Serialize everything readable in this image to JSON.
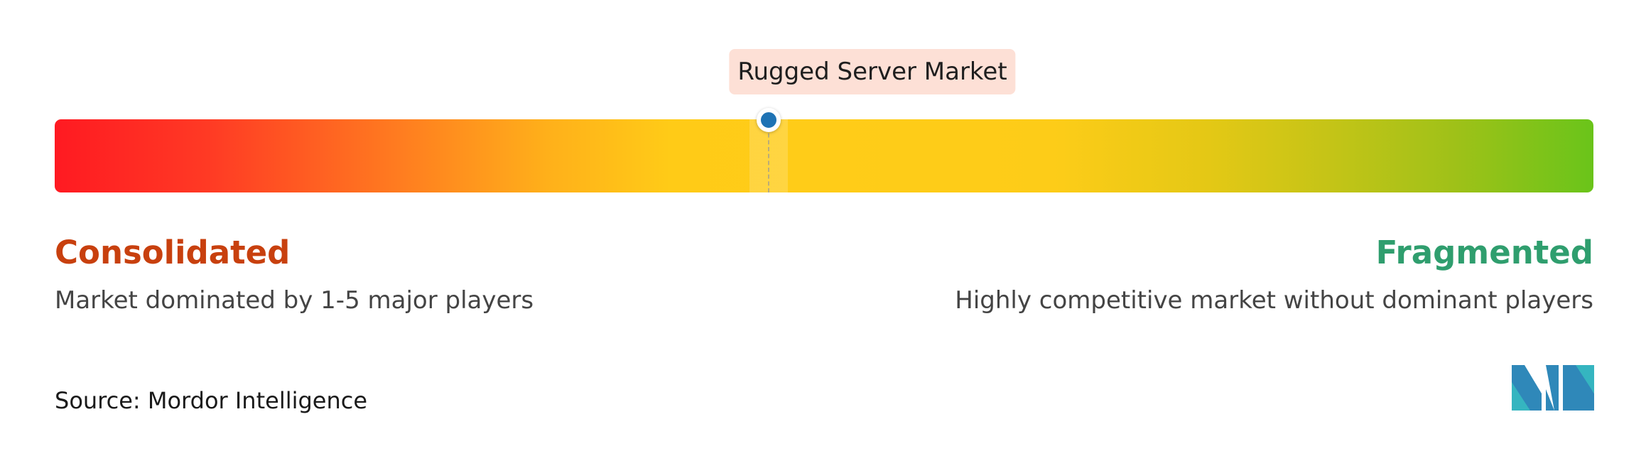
{
  "chart_data": {
    "type": "gauge",
    "title": "",
    "marker": {
      "label": "Rugged Server Market",
      "position": 0.464
    },
    "scale": {
      "left": {
        "title": "Consolidated",
        "description": "Market dominated by 1-5 major players",
        "color": "#c8400e"
      },
      "right": {
        "title": "Fragmented",
        "description": "Highly competitive market without dominant players",
        "color": "#2f9e6e"
      },
      "gradient_colors": [
        "#ff1a22",
        "#ffcb17",
        "#6ac41a"
      ]
    }
  },
  "footer": {
    "source": "Source: Mordor Intelligence"
  },
  "logo": {
    "icon": "mordor-intelligence-logo-icon",
    "colors": [
      "#2f88b9",
      "#35b5c0"
    ]
  },
  "marker_color": "#1f73b4"
}
